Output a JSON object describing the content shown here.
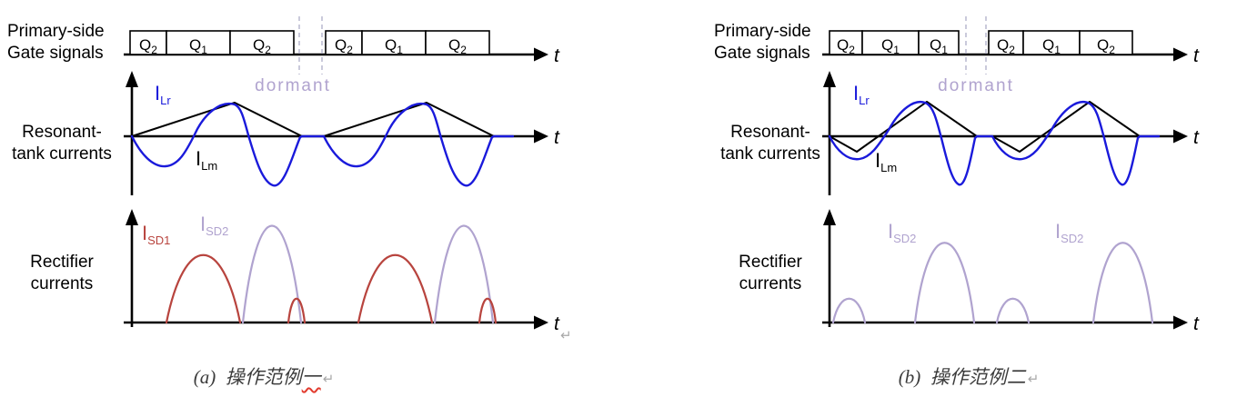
{
  "colors": {
    "ilr_blue": "#1a1adb",
    "ilm_black": "#000000",
    "isd1_red": "#b8443e",
    "isd2_purple": "#b0a3cf",
    "dormant_purple": "#b0a3cf",
    "formatting_mark_gray": "#a8a8a8",
    "spellcheck_red": "#e23b2e",
    "caption_gray": "#3c3c3c"
  },
  "stray_return_mark": "↵",
  "panels": [
    {
      "gate_label": [
        "Primary-side",
        "Gate signals"
      ],
      "gate_boxes": [
        {
          "base": "Q",
          "sub": "2"
        },
        {
          "base": "Q",
          "sub": "1"
        },
        {
          "base": "Q",
          "sub": "2"
        },
        {
          "base": "Q",
          "sub": "2"
        },
        {
          "base": "Q",
          "sub": "1"
        },
        {
          "base": "Q",
          "sub": "2"
        }
      ],
      "dormant": "dormant",
      "t": "t",
      "resonant_label": [
        "Resonant-",
        "tank currents"
      ],
      "ilr": {
        "base": "I",
        "sub": "Lr"
      },
      "ilm": {
        "base": "I",
        "sub": "Lm"
      },
      "rectifier_label": [
        "Rectifier",
        "currents"
      ],
      "current_label_1": {
        "base": "I",
        "sub": "SD1"
      },
      "current_label_2": {
        "base": "I",
        "sub": "SD2"
      },
      "caption_prefix": "(a)  操作范例",
      "caption_underlined": "一",
      "return_mark": "↵"
    },
    {
      "gate_label": [
        "Primary-side",
        "Gate signals"
      ],
      "gate_boxes": [
        {
          "base": "Q",
          "sub": "2"
        },
        {
          "base": "Q",
          "sub": "1"
        },
        {
          "base": "Q",
          "sub": "1"
        },
        {
          "base": "Q",
          "sub": "2"
        },
        {
          "base": "Q",
          "sub": "1"
        },
        {
          "base": "Q",
          "sub": "2"
        }
      ],
      "dormant": "dormant",
      "t": "t",
      "resonant_label": [
        "Resonant-",
        "tank currents"
      ],
      "ilr": {
        "base": "I",
        "sub": "Lr"
      },
      "ilm": {
        "base": "I",
        "sub": "Lm"
      },
      "rectifier_label": [
        "Rectifier",
        "currents"
      ],
      "current_label_1": {
        "base": "I",
        "sub": "SD2"
      },
      "current_label_2": {
        "base": "I",
        "sub": "SD2"
      },
      "caption_prefix": "(b)  操作范例二",
      "caption_underlined": "",
      "return_mark": "↵"
    }
  ]
}
